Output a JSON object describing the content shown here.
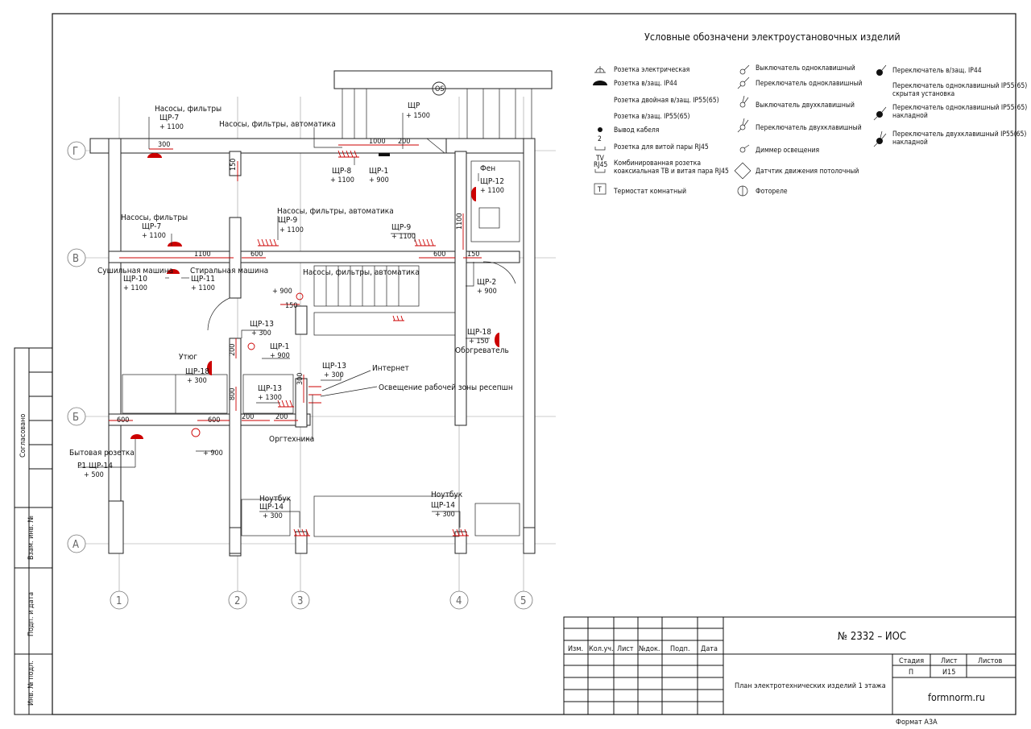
{
  "legend": {
    "title": "Условные обозначени электроустановочных изделий",
    "col1": [
      "Розетка электрическая",
      "Розетка в/защ. IP44",
      "Розетка двойная в/защ. IP55(65)",
      "Розетка в/защ. IP55(65)",
      "Вывод кабеля",
      "Розетка для витой пары RJ45",
      "Комбинированная розетка",
      "коаксиальная ТВ и витая пара RJ45",
      "Термостат комнатный"
    ],
    "col1_symbols": [
      "2",
      "TV",
      "RJ45",
      "T"
    ],
    "col2": [
      "Выключатель одноклавишный",
      "Переключатель одноклавишный",
      "Выключатель двухклавишный",
      "Переключатель двухклавишный",
      "Диммер освещения",
      "Датчтик движения потолочный",
      "Фотореле"
    ],
    "col3": [
      "Переключатель в/защ. IP44",
      "Переключатель одноклавишный IP55(65)",
      "скрытая установка",
      "Переключатель одноклавишный IP55(65)",
      "накладной",
      "Переключатель двухклавишный IP55(65)",
      "накладной"
    ]
  },
  "axes": {
    "rows": [
      "Г",
      "В",
      "Б",
      "А"
    ],
    "cols": [
      "1",
      "2",
      "3",
      "4",
      "5"
    ]
  },
  "plan_labels": {
    "nasosy_filtry_1": "Насосы, фильтры",
    "shr7_a": "ЩР-7",
    "h1100_a": "+ 1100",
    "nasosy_avtomatika_1": "Насосы, фильтры, автоматика",
    "shr8": "ЩР-8",
    "h1100_b": "+ 1100",
    "shr1_a": "ЩР-1",
    "h900_a": "+ 900",
    "shr": "ЩР",
    "h1500": "+ 1500",
    "d1000": "1000",
    "d200_a": "200",
    "os": "OS",
    "fen": "Фен",
    "shr12": "ЩР-12",
    "h1100_c": "+ 1100",
    "d1100_v": "1100",
    "d150_a": "150",
    "d300_a": "300",
    "nasosy_filtry_2": "Насосы, фильтры",
    "shr7_b": "ЩР-7",
    "h1100_d": "+ 1100",
    "nasosy_avtomatika_2": "Насосы, фильтры, автоматика",
    "shr9_a": "ЩР-9",
    "h1100_e": "+ 1100",
    "shr9_b": "ЩР-9",
    "h1100_f": "+ 1100",
    "d1100_h": "1100",
    "d600_a": "600",
    "d600_b": "600",
    "d150_b": "150",
    "sushilnaya": "Сушильная машина",
    "stiralnaya": "Стиральная машина",
    "shr10": "ЩР-10",
    "h1100_g": "+ 1100",
    "shr11": "ЩР-11",
    "h1100_h": "+ 1100",
    "nasosy_avtomatika_3": "Насосы, фильтры, автоматика",
    "h900_b": "+ 900",
    "d150_c": "150",
    "shr2": "ЩР-2",
    "h900_c": "+ 900",
    "shr13_a": "ЩР-13",
    "h300_a": "+ 300",
    "shr1_b": "ЩР-1",
    "h900_d": "+ 900",
    "d200_b": "200",
    "shr18_a": "ЩР-18",
    "h150": "+ 150",
    "obogrevatel": "Обогреватель",
    "utyug": "Утюг",
    "shr18_b": "ЩР-18",
    "h300_b": "+ 300",
    "shr13_b": "ЩР-13",
    "h300_c": "+ 300",
    "internet": "Интернет",
    "osveshchenie": "Освещение рабочей зоны ресепшн",
    "shr13_c": "ЩР-13",
    "h1300": "+ 1300",
    "d300_b": "300",
    "d800": "800",
    "d200_c": "200",
    "d200_d": "200",
    "orgtekhnika": "Оргтехника",
    "d600_c": "600",
    "d600_d": "600",
    "h900_e": "+ 900",
    "bytovaya": "Бытовая розетка",
    "r1shr14": "Р1 ЩР-14",
    "h500": "+ 500",
    "noutbuk_a": "Ноутбук",
    "shr14_a": "ЩР-14",
    "h300_d": "+ 300",
    "noutbuk_b": "Ноутбук",
    "shr14_b": "ЩР-14",
    "h300_e": "+ 300"
  },
  "side_stamp": [
    "Согласовано",
    "Взам. инв. №",
    "Подп. и дата",
    "Инв. № подл."
  ],
  "title_block": {
    "code": "№ 2332 – ИОС",
    "headers": [
      "Изм.",
      "Кол.уч.",
      "Лист",
      "№док.",
      "Подп.",
      "Дата"
    ],
    "stage_h": "Стадия",
    "sheet_h": "Лист",
    "sheets_h": "Листов",
    "stage_v": "П",
    "sheet_v": "И15",
    "sheets_v": "",
    "name": "План электротехнических изделий 1 этажа",
    "org": "formnorm.ru",
    "format": "Формат А3А"
  }
}
